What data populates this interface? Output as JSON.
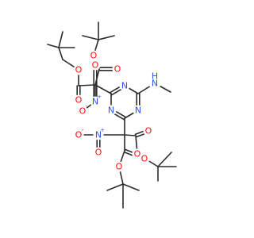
{
  "molecule": {
    "colors": {
      "bond": "#2b2b2b",
      "oxygen": "#ff0d0d",
      "nitrogen": "#3050f8",
      "carbon": "#2b2b2b"
    },
    "labels": {
      "oxygen": "O",
      "nitrogen": "N",
      "nh": "H",
      "plus": "+",
      "minus": "-"
    }
  }
}
